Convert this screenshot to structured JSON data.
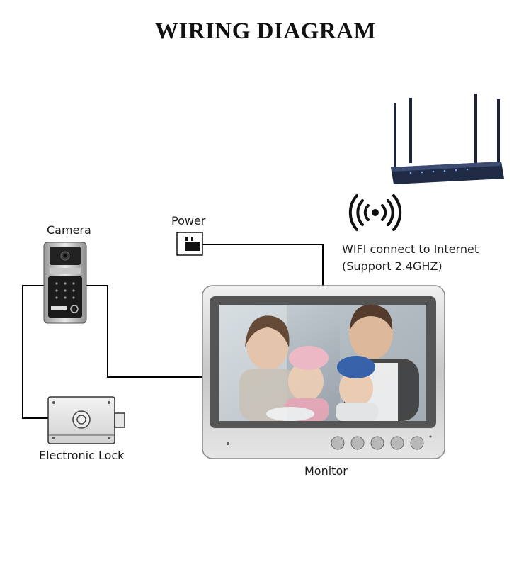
{
  "title": "WIRING DIAGRAM",
  "labels": {
    "camera": "Camera",
    "power": "Power",
    "wifi_line1": "WIFI connect to Internet",
    "wifi_line2": "(Support 2.4GHZ)",
    "lock": "Electronic Lock",
    "monitor": "Monitor"
  },
  "icons": {
    "router": "router-icon",
    "wifi": "wifi-signal-icon",
    "power": "power-adapter-icon",
    "camera": "doorbell-camera-icon",
    "lock": "electronic-lock-icon",
    "monitor": "monitor-icon"
  },
  "colors": {
    "wire": "#000000",
    "router_body": "#1f2a45",
    "monitor_frame": "#c9c9c9",
    "monitor_screen": "#9aa3ad"
  }
}
